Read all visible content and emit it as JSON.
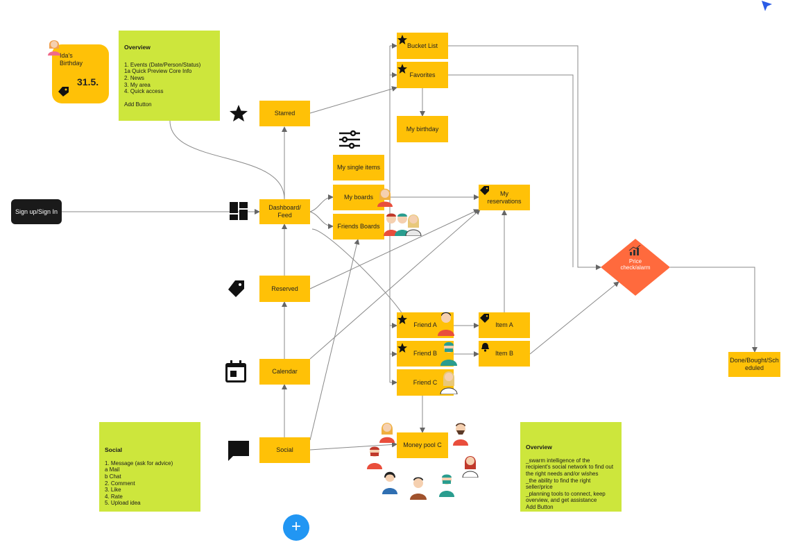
{
  "nodes": {
    "signin": "Sign up/Sign In",
    "dashboard": "Dashboard/\nFeed",
    "starred": "Starred",
    "reserved": "Reserved",
    "calendar": "Calendar",
    "social": "Social",
    "single_items": "My single items",
    "my_boards": "My boards",
    "friends_boards": "Friends Boards",
    "bucket_list": "Bucket List",
    "favorites": "Favorites",
    "my_birthday": "My birthday",
    "my_reservations": "My\nreservations",
    "friend_a": "Friend A",
    "friend_b": "Friend B",
    "friend_c": "Friend C",
    "item_a": "Item A",
    "item_b": "Item B",
    "money_pool": "Money pool C",
    "done": "Done/Bought/Sch\neduled",
    "price_check": "Price\ncheck/alarm"
  },
  "birthday": {
    "label": "Ida's\nBirthday",
    "date": "31.5."
  },
  "notes": {
    "overview_top": {
      "title": "Overview",
      "body": "1. Events (Date/Person/Status)\n1a Quick Preview Core Info\n2. News\n3. My area\n4. Quick access\n\nAdd Button"
    },
    "social": {
      "title": "Social",
      "body": "1. Message (ask for advice)\n    a Mail\n    b Chat\n2. Comment\n3. Like\n4. Rate\n5. Upload idea"
    },
    "overview_bottom": {
      "title": "Overview",
      "body": "_swarm intelligence of the recipient's social network to find out the right needs and/or wishes\n_the ability to find the right seller/price\n_planning tools to connect, keep overview, and get assistance\nAdd Button"
    }
  },
  "fab_label": "+",
  "icons": {
    "starred": "star-icon",
    "dashboard": "dashboard-icon",
    "reserved": "tag-icon",
    "calendar": "calendar-icon",
    "social": "chat-icon",
    "filters": "sliders-icon",
    "price": "chart-icon",
    "cursor": "cursor-icon"
  },
  "colors": {
    "node": "#ffc107",
    "note": "#cde63c",
    "dark": "#1a1a1a",
    "diamond": "#ff6a3d",
    "fab": "#2196f3",
    "line": "#777777"
  }
}
